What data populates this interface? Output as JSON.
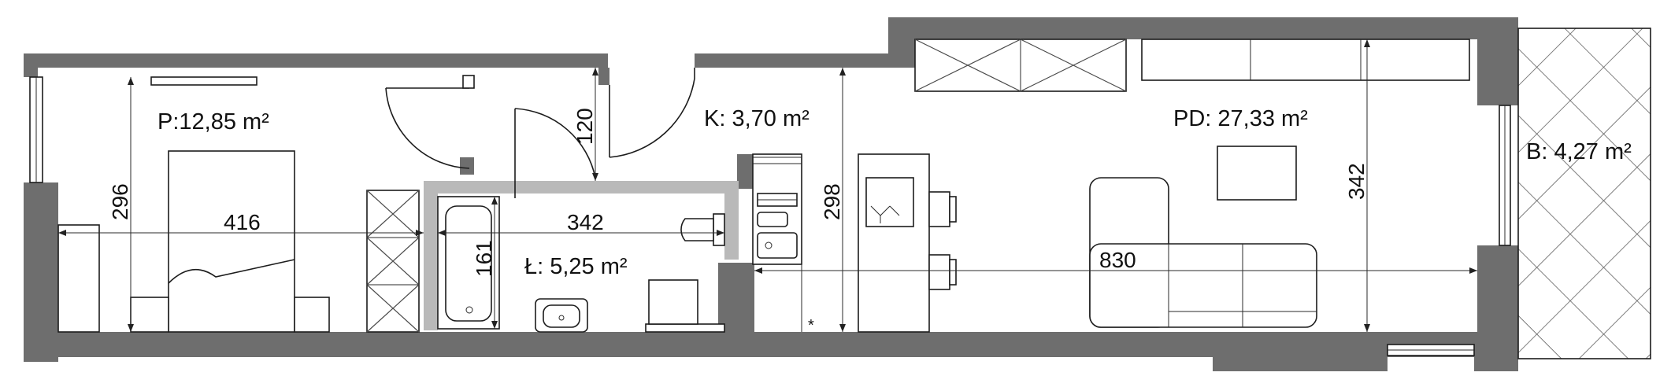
{
  "rooms": {
    "p": "P:12,85 m²",
    "k": "K: 3,70 m²",
    "l": "Ł: 5,25 m²",
    "pd": "PD: 27,33 m²",
    "b": "B: 4,27 m²"
  },
  "dimensions": {
    "d416": "416",
    "d296": "296",
    "d342_bath": "342",
    "d161": "161",
    "d120": "120",
    "d298": "298",
    "d830": "830",
    "d342_living": "342"
  },
  "marks": {
    "asterisk": "*"
  }
}
